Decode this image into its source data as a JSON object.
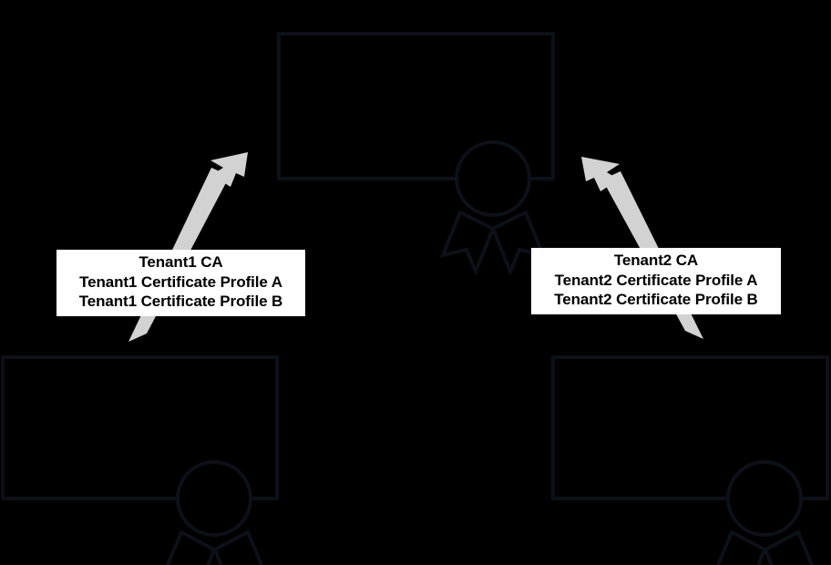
{
  "diagram": {
    "background_color": "#000000",
    "outline_color": "#0d1017",
    "arrow_color": "#d2d2d2",
    "label_background": "#ffffff",
    "label_text_color": "#000000",
    "nodes": [
      {
        "id": "root-certificate",
        "icon": "certificate-icon",
        "label": ""
      },
      {
        "id": "tenant1-certificate",
        "icon": "certificate-icon",
        "label": ""
      },
      {
        "id": "tenant2-certificate",
        "icon": "certificate-icon",
        "label": ""
      }
    ],
    "edges": [
      {
        "id": "tenant1-to-root",
        "icon": "arrow-up-right-icon",
        "from": "tenant1-certificate",
        "to": "root-certificate"
      },
      {
        "id": "tenant2-to-root",
        "icon": "arrow-up-left-icon",
        "from": "tenant2-certificate",
        "to": "root-certificate"
      }
    ],
    "labels": {
      "tenant1": {
        "line1": "Tenant1 CA",
        "line2": "Tenant1 Certificate Profile A",
        "line3": "Tenant1 Certificate Profile B"
      },
      "tenant2": {
        "line1": "Tenant2 CA",
        "line2": "Tenant2 Certificate Profile A",
        "line3": "Tenant2 Certificate Profile B"
      }
    }
  }
}
